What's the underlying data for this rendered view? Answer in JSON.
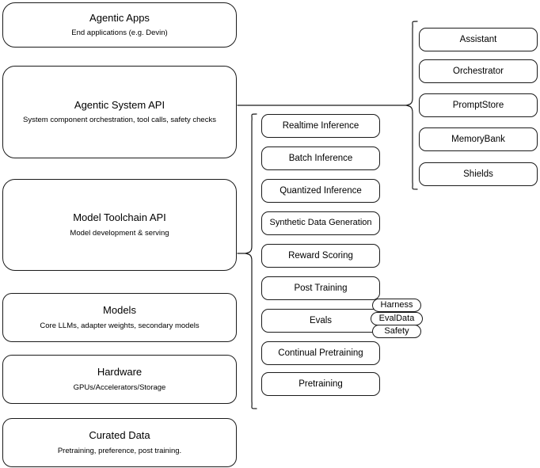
{
  "diagram": {
    "title": "AI Stack Architecture Diagram",
    "background_color": "#ffffff",
    "stroke_color": "#1a1a1a"
  },
  "stack_layers": [
    {
      "name": "agentic-apps",
      "title": "Agentic Apps",
      "subtitle": "End applications (e.g. Devin)"
    },
    {
      "name": "agentic-system-api",
      "title": "Agentic System API",
      "subtitle": "System component orchestration, tool calls, safety checks"
    },
    {
      "name": "model-toolchain-api",
      "title": "Model Toolchain API",
      "subtitle": "Model development & serving"
    },
    {
      "name": "models",
      "title": "Models",
      "subtitle": "Core LLMs, adapter weights, secondary models"
    },
    {
      "name": "hardware",
      "title": "Hardware",
      "subtitle": "GPUs/Accelerators/Storage"
    },
    {
      "name": "curated-data",
      "title": "Curated Data",
      "subtitle": "Pretraining, preference, post training."
    }
  ],
  "toolchain_capabilities": [
    {
      "name": "realtime-inference",
      "label": "Realtime Inference"
    },
    {
      "name": "batch-inference",
      "label": "Batch Inference"
    },
    {
      "name": "quantized-inference",
      "label": "Quantized Inference"
    },
    {
      "name": "synthetic-data-generation",
      "label": "Synthetic Data Generation"
    },
    {
      "name": "reward-scoring",
      "label": "Reward Scoring"
    },
    {
      "name": "post-training",
      "label": "Post Training"
    },
    {
      "name": "evals",
      "label": "Evals"
    },
    {
      "name": "continual-pretraining",
      "label": "Continual Pretraining"
    },
    {
      "name": "pretraining",
      "label": "Pretraining"
    }
  ],
  "evals_tags": [
    {
      "name": "harness",
      "label": "Harness"
    },
    {
      "name": "evaldata",
      "label": "EvalData"
    },
    {
      "name": "safety",
      "label": "Safety"
    }
  ],
  "agentic_components": [
    {
      "name": "assistant",
      "label": "Assistant"
    },
    {
      "name": "orchestrator",
      "label": "Orchestrator"
    },
    {
      "name": "promptstore",
      "label": "PromptStore"
    },
    {
      "name": "memorybank",
      "label": "MemoryBank"
    },
    {
      "name": "shields",
      "label": "Shields"
    }
  ]
}
